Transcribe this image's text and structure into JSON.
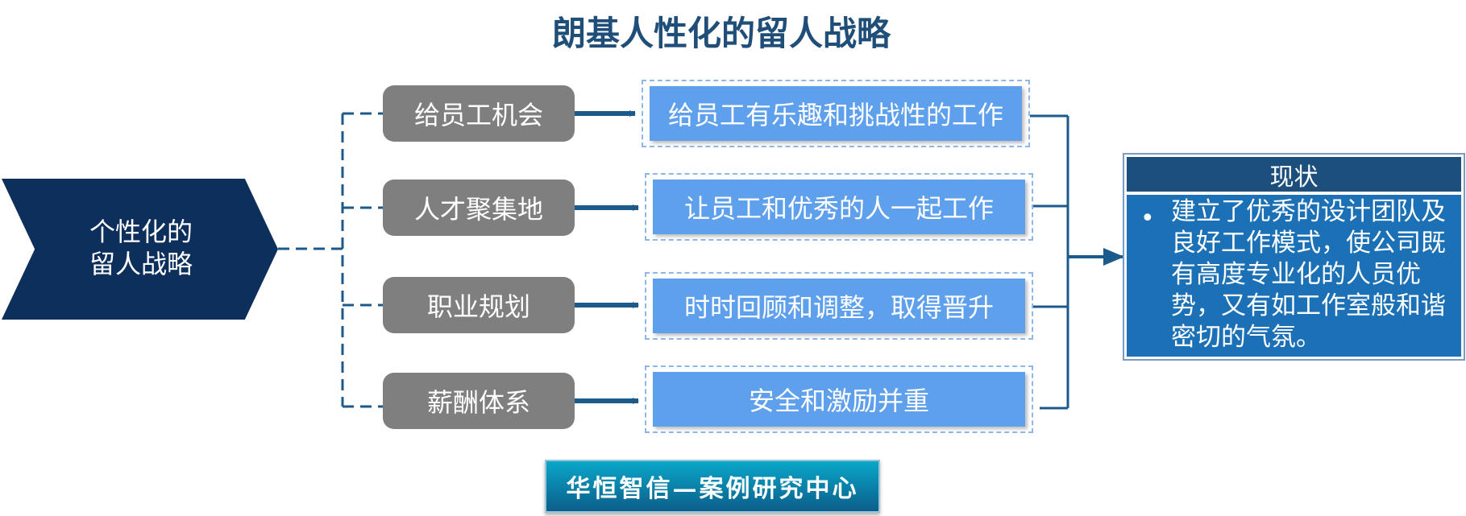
{
  "title": "朗基人性化的留人战略",
  "center_label": [
    "个性化的",
    "留人战略"
  ],
  "branches": [
    {
      "label": "给员工机会",
      "detail": "给员工有乐趣和挑战性的工作"
    },
    {
      "label": "人才聚集地",
      "detail": "让员工和优秀的人一起工作"
    },
    {
      "label": "职业规划",
      "detail": "时时回顾和调整，取得晋升"
    },
    {
      "label": "薪酬体系",
      "detail": "安全和激励并重"
    }
  ],
  "status": {
    "heading": "现状",
    "text": "建立了优秀的设计团队及良好工作模式，使公司既有高度专业化的人员优势，又有如工作室般和谐密切的气氛。"
  },
  "footer": "华恒智信—案例研究中心",
  "colors": {
    "title": "#1f4e79",
    "chevron": "#0c2f5c",
    "grey_box": "#7f7f7f",
    "blue_box": "#5fa0ed",
    "status_head": "#1d4f7d",
    "status_body": "#1c70b5",
    "connector": "#1d5a8c"
  }
}
